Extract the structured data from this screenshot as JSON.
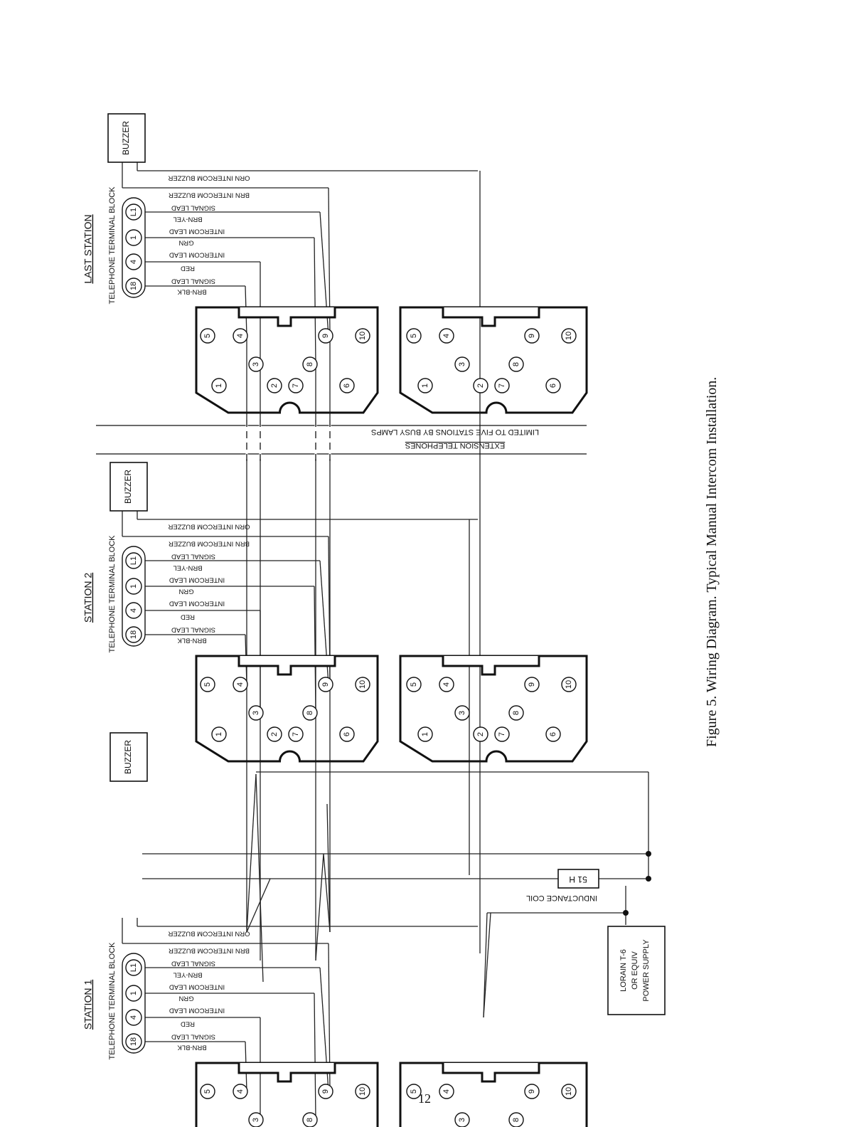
{
  "figure": {
    "caption": "Figure 5.   Wiring Diagram.   Typical Manual Intercom Installation.",
    "page_number": "12"
  },
  "stations": [
    {
      "title": "LAST STATION",
      "block_label": "TELEPHONE TERMINAL BLOCK"
    },
    {
      "title": "STATION 2",
      "block_label": "TELEPHONE TERMINAL BLOCK"
    },
    {
      "title": "STATION 1",
      "block_label": "TELEPHONE TERMINAL BLOCK"
    }
  ],
  "terminal_block": [
    "18",
    "4",
    "1",
    "L1"
  ],
  "wire_labels": [
    "BRN-BLK",
    "SIGNAL LEAD",
    "RED",
    "INTERCOM LEAD",
    "GRN",
    "INTERCOM LEAD",
    "BRN-YEL",
    "SIGNAL LEAD",
    "BRN INTERCOM BUZZER",
    "ORN INTERCOM BUZZER"
  ],
  "buzzer_label": "BUZZER",
  "jack_pins": [
    "5",
    "4",
    "9",
    "10",
    "3",
    "8",
    "1",
    "2",
    "7",
    "6"
  ],
  "extension": {
    "title": "EXTENSION TELEPHONES",
    "note": "LIMITED TO FIVE STATIONS BY BUSY LAMPS"
  },
  "inductance": {
    "value": "51 H",
    "label": "INDUCTANCE COIL"
  },
  "power_supply": [
    "LORAIN T-6",
    "OR EQUIV",
    "POWER SUPPLY"
  ]
}
